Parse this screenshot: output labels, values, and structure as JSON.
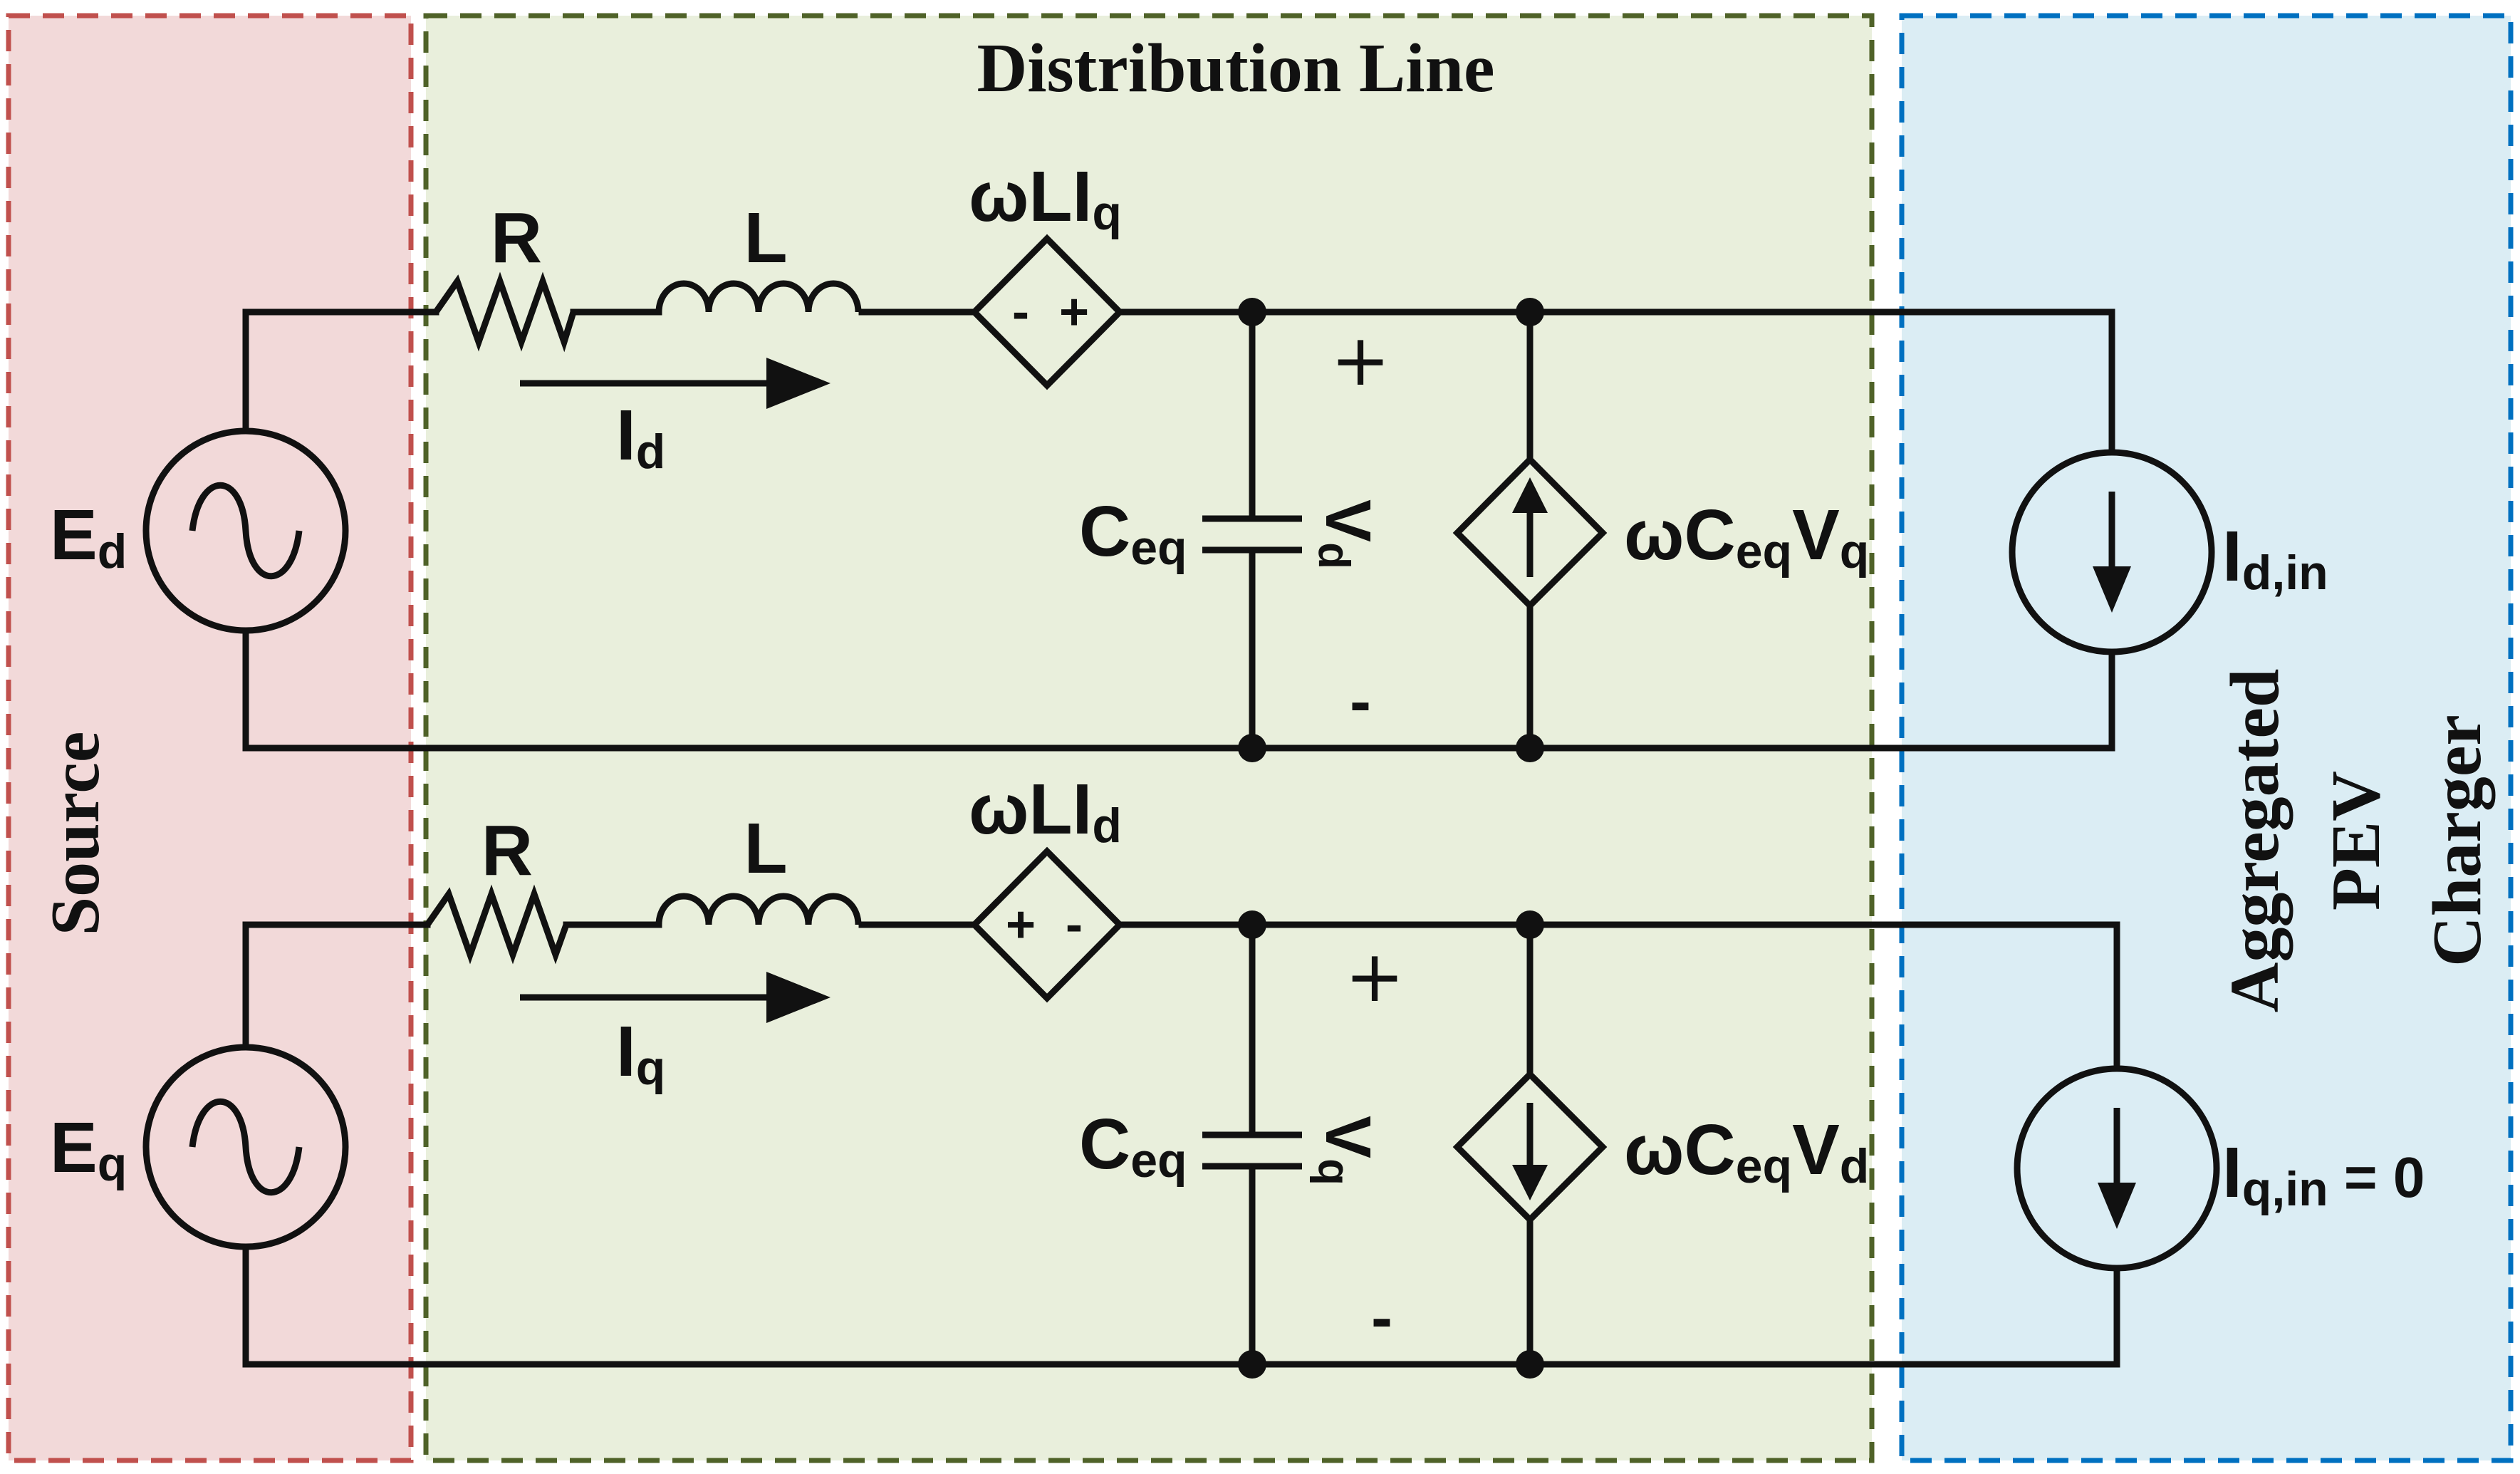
{
  "regions": {
    "source": {
      "label": "Source",
      "fill": "#f2d9d9",
      "stroke": "#c0504d"
    },
    "line": {
      "label": "Distribution Line",
      "fill": "#e9efdc",
      "stroke": "#4f6228"
    },
    "charger": {
      "label_lines": [
        "Aggregated",
        "PEV",
        "Charger"
      ],
      "fill": "#dbedf4",
      "stroke": "#0070c0"
    }
  },
  "d_axis": {
    "source": {
      "main": "E",
      "sub": "d"
    },
    "resistor": "R",
    "inductor": "L",
    "dep_source": {
      "main": "ωLI",
      "sub": "q",
      "minus": "-",
      "plus": "+"
    },
    "current": {
      "main": "I",
      "sub": "d"
    },
    "capacitor": {
      "main": "C",
      "sub": "eq"
    },
    "voltage": {
      "main": "V",
      "sub": "d",
      "plus": "+",
      "minus": "-"
    },
    "cap_current_source": {
      "main1": "ωC",
      "sub1": "eq",
      "main2": "V",
      "sub2": "q"
    },
    "load": {
      "main": "I",
      "sub": "d,in"
    }
  },
  "q_axis": {
    "source": {
      "main": "E",
      "sub": "q"
    },
    "resistor": "R",
    "inductor": "L",
    "dep_source": {
      "main": "ωLI",
      "sub": "d",
      "plus": "+",
      "minus": "-"
    },
    "current": {
      "main": "I",
      "sub": "q"
    },
    "capacitor": {
      "main": "C",
      "sub": "eq"
    },
    "voltage": {
      "main": "V",
      "sub": "q",
      "plus": "+",
      "minus": "-"
    },
    "cap_current_source": {
      "main1": "ωC",
      "sub1": "eq",
      "main2": "V",
      "sub2": "d"
    },
    "load": {
      "main": "I",
      "sub": "q,in",
      "suffix": " = 0"
    }
  }
}
